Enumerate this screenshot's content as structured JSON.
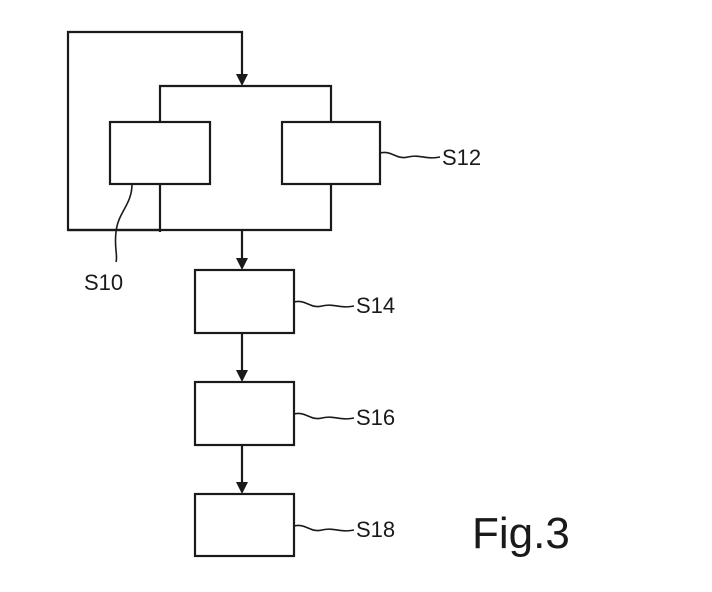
{
  "figure_label": "Fig.3",
  "steps": {
    "s10": "S10",
    "s12": "S12",
    "s14": "S14",
    "s16": "S16",
    "s18": "S18"
  }
}
